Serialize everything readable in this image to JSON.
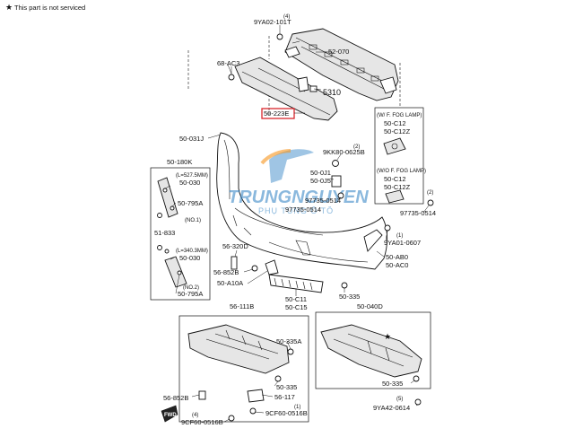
{
  "note": {
    "star": "★",
    "text": "This part is not serviced"
  },
  "watermark": {
    "brand": "TRUNGNGUYEN",
    "sub": "PHỤ TÙNG Ô TÔ"
  },
  "labels": {
    "p_9ya02_101t": "9YA02-101T",
    "p_9ya02_101t_qty": "(4)",
    "p_52_070": "52-070",
    "p_68_ac3": "68-AC3",
    "p_5310": "5310",
    "p_50_223e": "50-223E",
    "p_50_031j": "50-031J",
    "p_9kk80_0625b": "9KK80-0625B",
    "p_9kk80_qty": "(2)",
    "p_50_0j1": "50-0J1",
    "p_50_0j5": "50-0J5",
    "p_50_180k": "50-180K",
    "p_l1": "(L=527.5MM)",
    "p_50_030_a": "50-030",
    "p_50_795a_a": "50-795A",
    "p_no1": "(NO.1)",
    "p_51_833": "51-833",
    "p_l2": "(L=340.3MM)",
    "p_50_030_b": "50-030",
    "p_no2": "(NO.2)",
    "p_50_795a_b": "50-795A",
    "p_56_320d": "56-320D",
    "p_56_852b_a": "56-852B",
    "p_50_a10a": "50-A10A",
    "p_97735_0514_a": "97735-0514",
    "p_97735_0514_b": "97735-0514",
    "p_97735_0514_c": "97735-0514",
    "p_97735_qty": "(2)",
    "p_50_c11": "50-C11",
    "p_50_c15": "50-C15",
    "p_50_335_a": "50-335",
    "p_wf_fog": "(W/ F. FOG LAMP)",
    "p_50_c12_a": "50-C12",
    "p_50_c12z_a": "50-C12Z",
    "p_wo_fog": "(W/O F. FOG LAMP)",
    "p_50_c12_b": "50-C12",
    "p_50_c12z_b": "50-C12Z",
    "p_9ya01_0607": "9YA01-0607",
    "p_9ya01_qty": "(1)",
    "p_50_ab0": "50-AB0",
    "p_50_ac0": "50-AC0",
    "p_56_111b": "56-111B",
    "p_50_335a": "50-335A",
    "p_50_335_b": "50-335",
    "p_56_117": "56-117",
    "p_56_852b_b": "56-852B",
    "p_9cf60_a": "9CF60-0516B",
    "p_9cf60_a_qty": "(4)",
    "p_9cf60_b": "9CF60-0516B",
    "p_9cf60_b_qty": "(1)",
    "p_50_040d": "50-040D",
    "p_50_335_c": "50-335",
    "p_9ya42_0614": "9YA42-0614",
    "p_9ya42_qty": "(5)",
    "p_fwd": "FWD"
  },
  "colors": {
    "highlight": "#d9262c",
    "watermark": "#2b7fc3"
  }
}
